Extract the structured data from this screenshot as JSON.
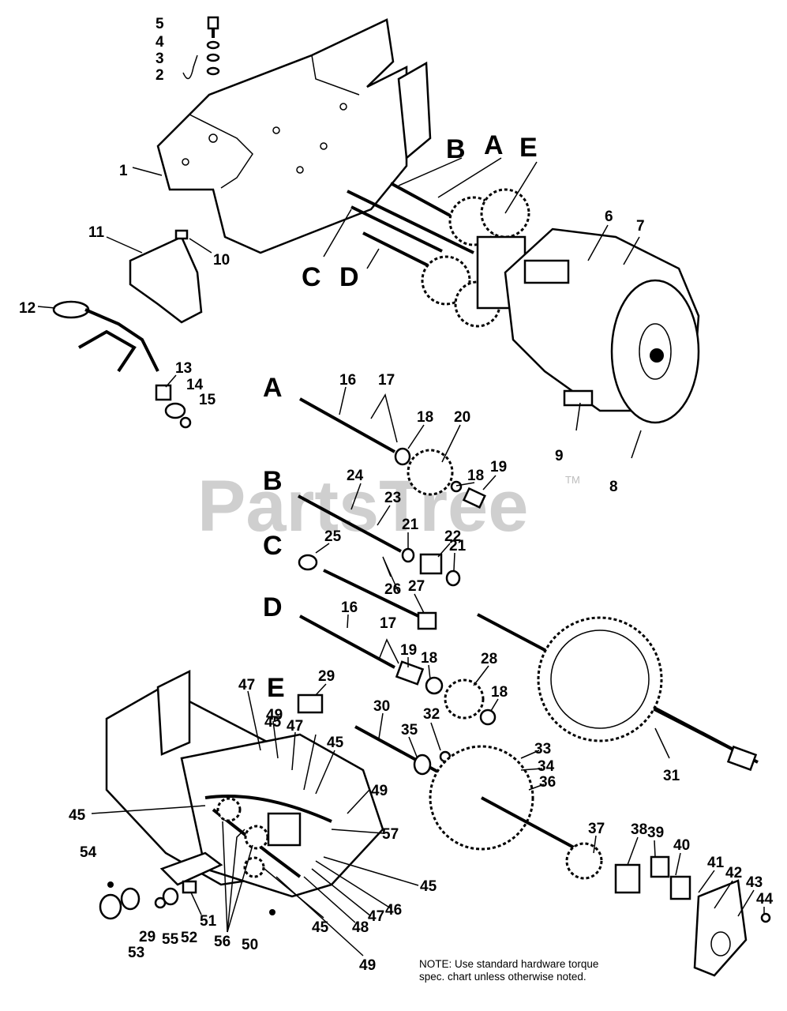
{
  "watermark": {
    "brand": "PartsTree",
    "trademark": "TM"
  },
  "section_letters": {
    "top": [
      "B",
      "A",
      "E",
      "C",
      "D"
    ],
    "groups": [
      "A",
      "B",
      "C",
      "D",
      "E"
    ]
  },
  "callouts": [
    "1",
    "2",
    "3",
    "4",
    "5",
    "6",
    "7",
    "8",
    "9",
    "10",
    "11",
    "12",
    "13",
    "14",
    "15",
    "16",
    "17",
    "18",
    "19",
    "20",
    "21",
    "22",
    "23",
    "24",
    "25",
    "26",
    "27",
    "28",
    "29",
    "30",
    "31",
    "32",
    "33",
    "34",
    "35",
    "36",
    "37",
    "38",
    "39",
    "40",
    "41",
    "42",
    "43",
    "44",
    "45",
    "46",
    "47",
    "48",
    "49",
    "50",
    "51",
    "52",
    "53",
    "54",
    "55",
    "56",
    "57"
  ],
  "note": "NOTE: Use standard hardware torque spec. chart unless otherwise noted."
}
